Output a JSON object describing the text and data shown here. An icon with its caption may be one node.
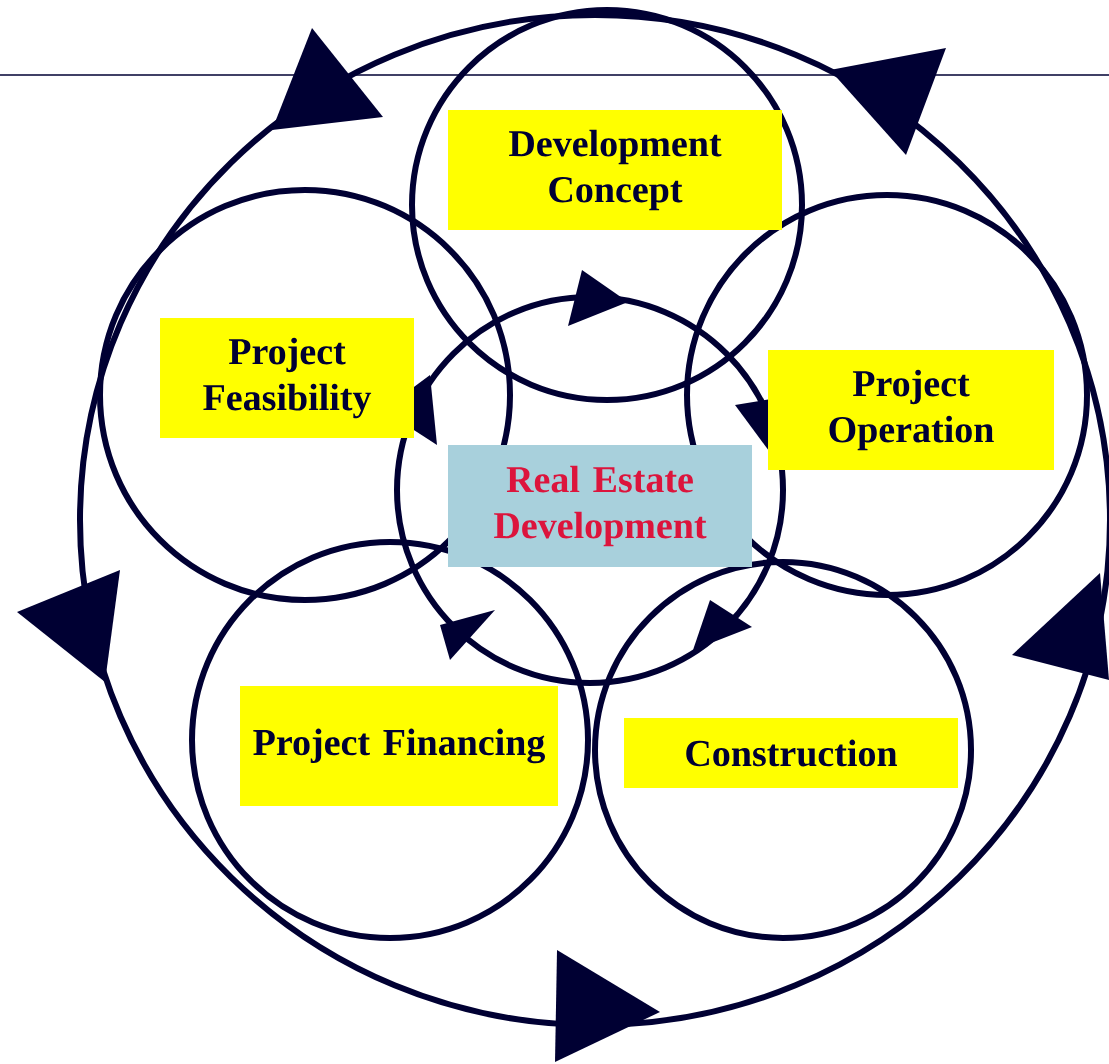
{
  "diagram": {
    "nodes": [
      {
        "text": [
          "Development Concept"
        ]
      },
      {
        "text": [
          "Project Feasibility"
        ]
      },
      {
        "text": [
          "Project Operation"
        ]
      },
      {
        "text": [
          "Real Estate Development"
        ]
      },
      {
        "text": [
          "Project Financing"
        ]
      },
      {
        "text": [
          "Construction"
        ]
      }
    ]
  }
}
